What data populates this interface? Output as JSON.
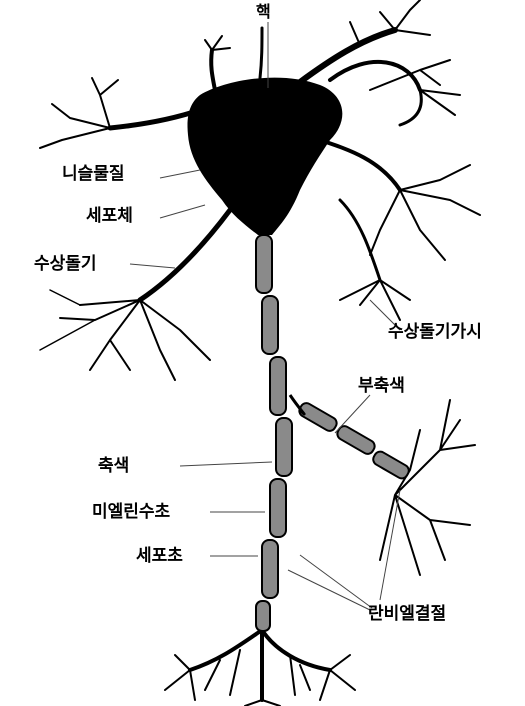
{
  "labels": {
    "nucleus": "핵",
    "nissl": "니슬물질",
    "cell_body": "세포체",
    "dendrite": "수상돌기",
    "dendritic_spines": "수상돌기가시",
    "axon_collateral": "부축색",
    "axon": "축색",
    "myelin_sheath": "미엘린수초",
    "schwann_cell": "세포초",
    "node_of_ranvier": "란비엘결절"
  },
  "colors": {
    "ink": "#000000",
    "myelin_fill": "#8a8a8a",
    "background": "#ffffff"
  }
}
